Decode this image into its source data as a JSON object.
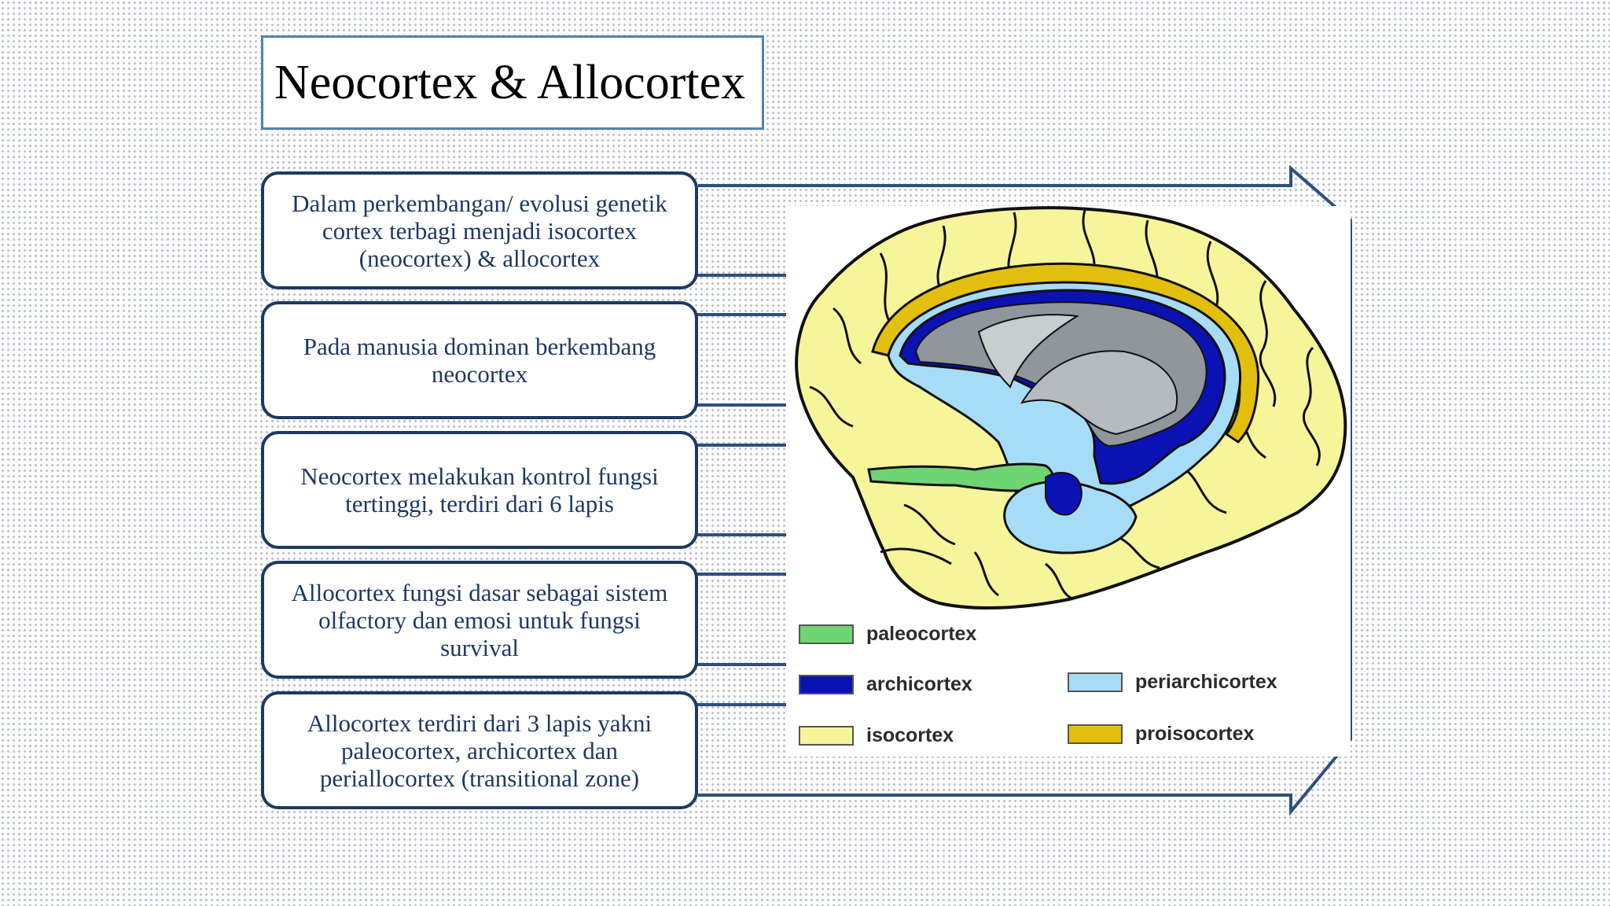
{
  "title": "Neocortex & Allocortex",
  "cards": [
    {
      "text": "Dalam perkembangan/ evolusi genetik cortex terbagi menjadi isocortex (neocortex) & allocortex"
    },
    {
      "text": "Pada manusia dominan berkembang neocortex"
    },
    {
      "text": "Neocortex melakukan kontrol fungsi tertinggi, terdiri dari 6 lapis"
    },
    {
      "text": "Allocortex fungsi dasar sebagai sistem olfactory dan emosi untuk fungsi survival"
    },
    {
      "text": "Allocortex terdiri dari 3 lapis yakni paleocortex, archicortex dan periallocortex (transitional zone)"
    }
  ],
  "legend": [
    {
      "label": "paleocortex",
      "color": "#6fd472"
    },
    {
      "label": "archicortex",
      "color": "#0b12b4"
    },
    {
      "label": "isocortex",
      "color": "#f6f59a"
    },
    {
      "label": "periarchicortex",
      "color": "#a7dcf6"
    },
    {
      "label": "proisocortex",
      "color": "#e3bf0d"
    }
  ],
  "colors": {
    "card_border": "#1f3864",
    "title_border": "#4f81bd",
    "arrow": "#2f4f80",
    "brain_outline": "#111111",
    "ventricle_gray": "#8f979c",
    "ventricle_light": "#c8cdd0"
  }
}
